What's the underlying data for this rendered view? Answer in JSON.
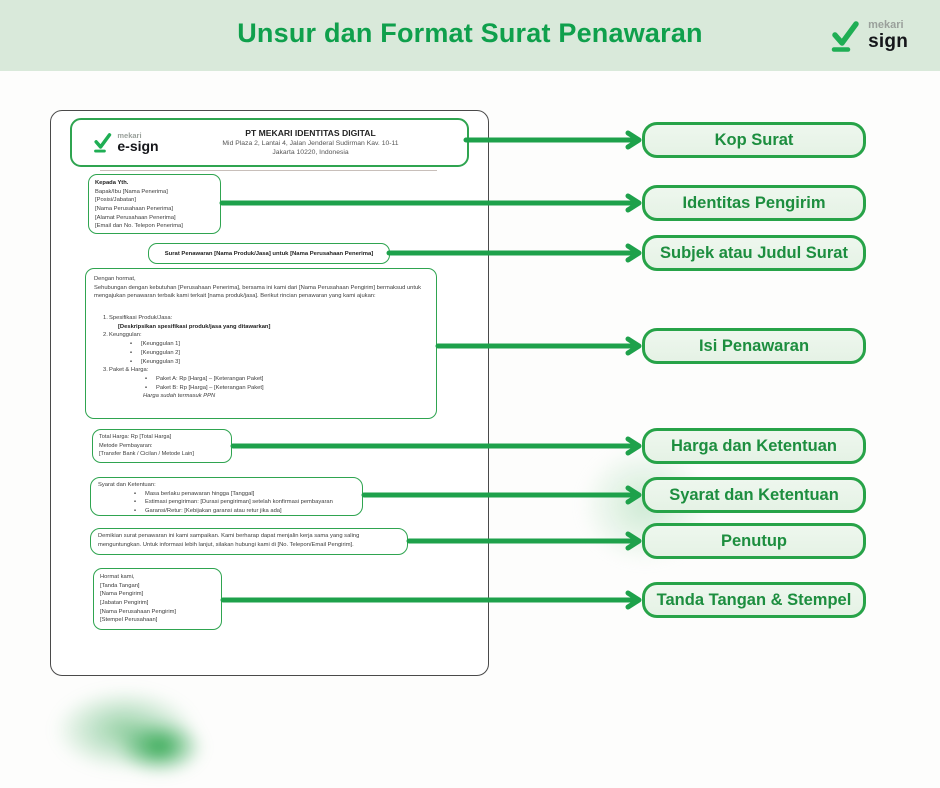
{
  "header": {
    "title": "Unsur dan Format Surat Penawaran",
    "brand": {
      "top": "mekari",
      "bottom": "sign"
    }
  },
  "document": {
    "kop": {
      "logo_top": "mekari",
      "logo_bottom": "e-sign",
      "company": "PT MEKARI IDENTITAS DIGITAL",
      "address1": "Mid Plaza 2, Lantai 4, Jalan Jenderal Sudirman Kav. 10-11",
      "address2": "Jakarta 10220, Indonesia"
    },
    "recipient": {
      "line1": "Kepada Yth.",
      "line2": "Bapak/Ibu [Nama Penerima]",
      "line3": "[Posisi/Jabatan]",
      "line4": "[Nama Perusahaan Penerima]",
      "line5": "[Alamat Perusahaan Penerima]",
      "line6": "[Email dan No. Telepon Penerima]"
    },
    "subject": "Surat Penawaran [Nama Produk/Jasa] untuk [Nama Perusahaan Penerima]",
    "body": {
      "salutation": "Dengan hormat,",
      "intro": "Sehubungan dengan kebutuhan [Perusahaan Penerima], bersama ini kami dari [Nama Perusahaan Pengirim] bermaksud untuk mengajukan penawaran terbaik kami terkait [nama produk/jasa]. Berikut rincian penawaran yang kami ajukan:",
      "items": [
        {
          "no": "1.",
          "title": "Spesifikasi Produk/Jasa:",
          "detail": "[Deskripsikan spesifikasi produk/jasa yang ditawarkan]"
        },
        {
          "no": "2.",
          "title": "Keunggulan:",
          "bullets": [
            "[Keunggulan 1]",
            "[Keunggulan 2]",
            "[Keunggulan 3]"
          ]
        },
        {
          "no": "3.",
          "title": "Paket & Harga:",
          "bullets": [
            "Paket A: Rp [Harga] – [Keterangan Paket]",
            "Paket B: Rp [Harga] – [Keterangan Paket]"
          ],
          "note": "Harga sudah termasuk PPN"
        }
      ]
    },
    "pricing": {
      "line1": "Total Harga: Rp [Total Harga]",
      "line2": "Metode Pembayaran:",
      "line3": "[Transfer Bank / Cicilan / Metode Lain]"
    },
    "terms": {
      "title": "Syarat dan Ketentuan:",
      "bullets": [
        "Masa berlaku penawaran hingga [Tanggal]",
        "Estimasi pengiriman: [Durasi pengiriman] setelah konfirmasi pembayaran",
        "Garansi/Retur: [Kebijakan garansi atau retur jika ada]"
      ]
    },
    "closing": "Demikian surat penawaran ini kami sampaikan. Kami berharap dapat menjalin kerja sama yang saling menguntungkan. Untuk informasi lebih lanjut, silakan hubungi kami di [No. Telepon/Email Pengirim].",
    "signature": {
      "line1": "Hormat kami,",
      "line2": "[Tanda Tangan]",
      "line3": "[Nama Pengirim]",
      "line4": "[Jabatan Pengirim]",
      "line5": "[Nama Perusahaan Pengirim]",
      "line6": "[Stempel Perusahaan]"
    }
  },
  "labels": [
    "Kop Surat",
    "Identitas Pengirim",
    "Subjek atau Judul Surat",
    "Isi Penawaran",
    "Harga dan Ketentuan",
    "Syarat dan Ketentuan",
    "Penutup",
    "Tanda Tangan & Stempel"
  ],
  "colors": {
    "accent_green": "#0fa04c",
    "pill_border": "#27a348",
    "pill_fill": "#e9f5ea",
    "band_bg": "#d9e9da",
    "doc_box_border": "#2fa450"
  }
}
